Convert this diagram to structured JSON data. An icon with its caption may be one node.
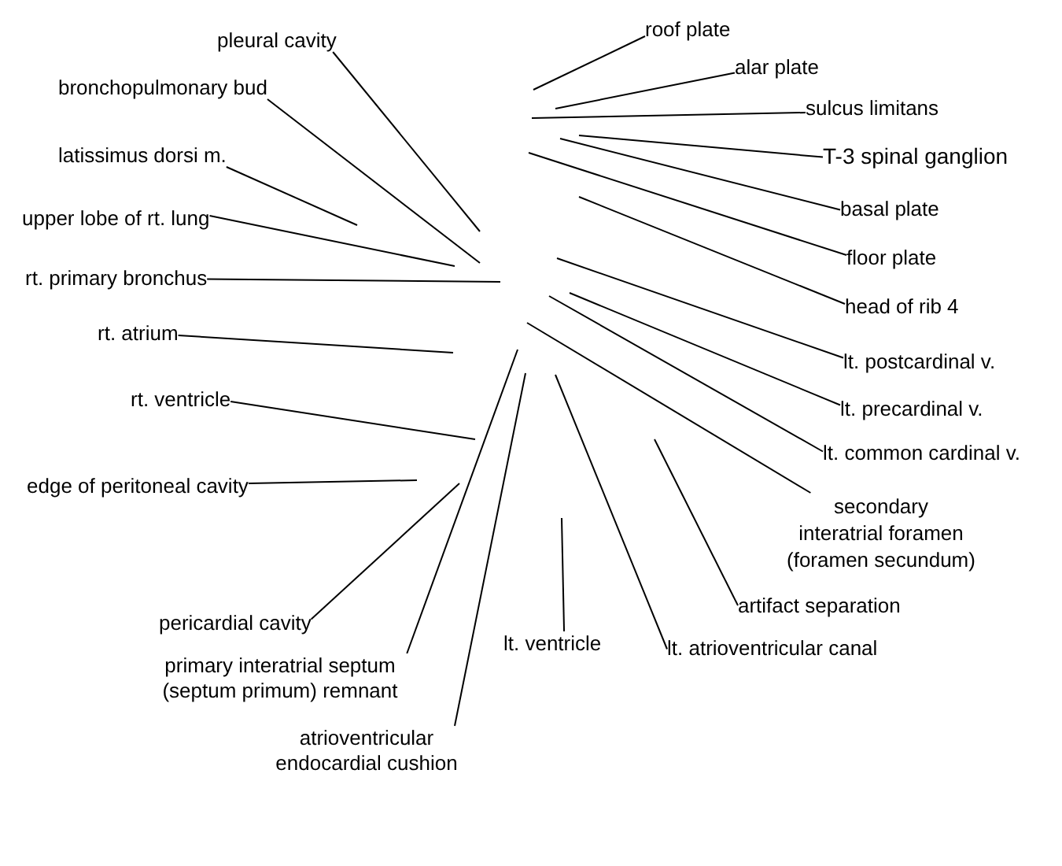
{
  "diagram": {
    "nodes": [
      {
        "text": [
          "pleural cavity"
        ]
      },
      {
        "text": [
          "bronchopulmonary bud"
        ]
      },
      {
        "text": [
          "latissimus dorsi m."
        ]
      },
      {
        "text": [
          "upper lobe of rt. lung"
        ]
      },
      {
        "text": [
          "rt. primary bronchus"
        ]
      },
      {
        "text": [
          "rt. atrium"
        ]
      },
      {
        "text": [
          "rt. ventricle"
        ]
      },
      {
        "text": [
          "edge of peritoneal cavity"
        ]
      },
      {
        "text": [
          "pericardial cavity"
        ]
      },
      {
        "text": [
          "primary interatrial septum (septum primum) remnant"
        ]
      },
      {
        "text": [
          "atrioventricular endocardial cushion"
        ]
      },
      {
        "text": [
          "roof plate"
        ]
      },
      {
        "text": [
          "alar plate"
        ]
      },
      {
        "text": [
          "sulcus limitans"
        ]
      },
      {
        "text": [
          "T-3 spinal ganglion"
        ]
      },
      {
        "text": [
          "basal plate"
        ]
      },
      {
        "text": [
          "floor plate"
        ]
      },
      {
        "text": [
          "head of rib 4"
        ]
      },
      {
        "text": [
          "lt. postcardinal v."
        ]
      },
      {
        "text": [
          "lt. precardinal v."
        ]
      },
      {
        "text": [
          "lt. common cardinal v."
        ]
      },
      {
        "text": [
          "secondary interatrial foramen (foramen secundum)"
        ]
      },
      {
        "text": [
          "artifact separation"
        ]
      },
      {
        "text": [
          "lt. ventricle"
        ]
      },
      {
        "text": [
          "lt. atrioventricular canal"
        ]
      }
    ],
    "edges": [
      {
        "from": 0,
        "to": null,
        "arrow": "none"
      },
      {
        "from": 1,
        "to": null,
        "arrow": "none"
      },
      {
        "from": 2,
        "to": null,
        "arrow": "none"
      },
      {
        "from": 3,
        "to": null,
        "arrow": "none"
      },
      {
        "from": 4,
        "to": null,
        "arrow": "none"
      },
      {
        "from": 5,
        "to": null,
        "arrow": "none"
      },
      {
        "from": 6,
        "to": null,
        "arrow": "none"
      },
      {
        "from": 7,
        "to": null,
        "arrow": "none"
      },
      {
        "from": 8,
        "to": null,
        "arrow": "none"
      },
      {
        "from": 9,
        "to": null,
        "arrow": "none"
      },
      {
        "from": 10,
        "to": null,
        "arrow": "none"
      },
      {
        "from": 11,
        "to": null,
        "arrow": "none"
      },
      {
        "from": 12,
        "to": null,
        "arrow": "none"
      },
      {
        "from": 13,
        "to": null,
        "arrow": "none"
      },
      {
        "from": 14,
        "to": null,
        "arrow": "none"
      },
      {
        "from": 15,
        "to": null,
        "arrow": "none"
      },
      {
        "from": 16,
        "to": null,
        "arrow": "none"
      },
      {
        "from": 17,
        "to": null,
        "arrow": "none"
      },
      {
        "from": 18,
        "to": null,
        "arrow": "none"
      },
      {
        "from": 19,
        "to": null,
        "arrow": "none"
      },
      {
        "from": 20,
        "to": null,
        "arrow": "none"
      },
      {
        "from": 21,
        "to": null,
        "arrow": "none"
      },
      {
        "from": 22,
        "to": null,
        "arrow": "none"
      },
      {
        "from": 23,
        "to": null,
        "arrow": "none"
      },
      {
        "from": 24,
        "to": null,
        "arrow": "none"
      }
    ]
  }
}
